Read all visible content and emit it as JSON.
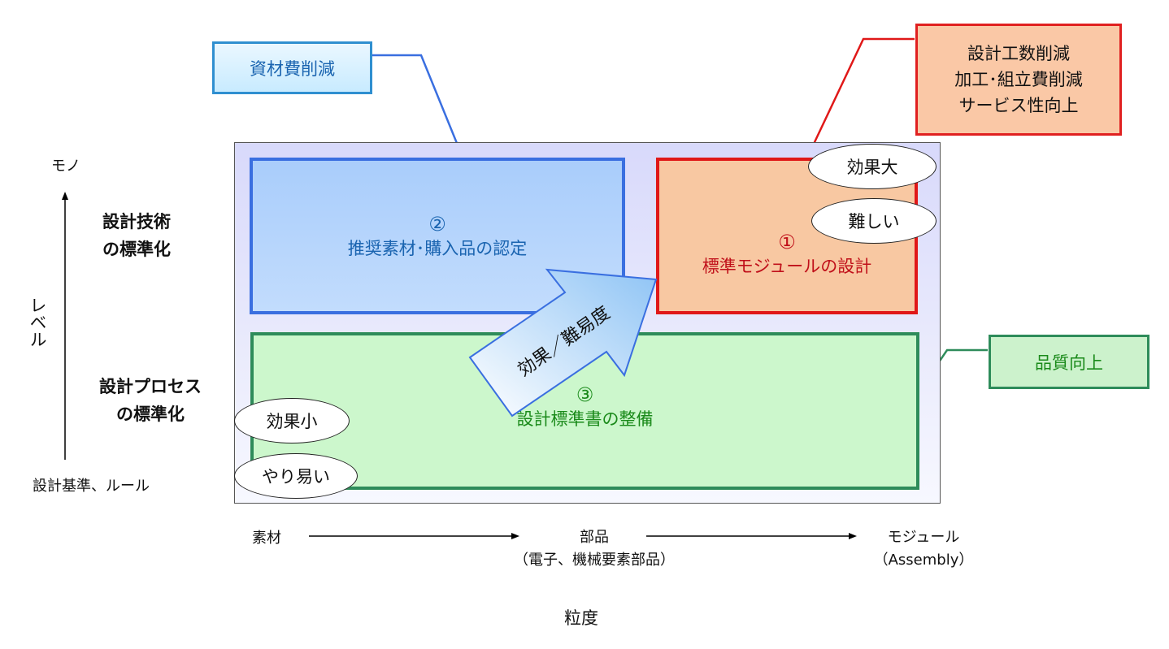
{
  "colors": {
    "blue_border": "#3a6fe0",
    "red_border": "#e01818",
    "green_border": "#2e8c5a",
    "blue_text": "#1a64b0",
    "red_text": "#c0101a",
    "green_text": "#1a8a1a"
  },
  "boxes": {
    "materials": {
      "number": "②",
      "label": "推奨素材･購入品の認定"
    },
    "module": {
      "number": "①",
      "label": "標準モジュールの設計"
    },
    "process": {
      "number": "③",
      "label": "設計標準書の整備"
    }
  },
  "callouts": {
    "materials": "資材費削減",
    "module": [
      "設計工数削減",
      "加工･組立費削減",
      "サービス性向上"
    ],
    "quality": "品質向上"
  },
  "ovals": {
    "big_effect": "効果大",
    "difficult": "難しい",
    "small_effect": "効果小",
    "easy": "やり易い"
  },
  "arrow_label": "効果／難易度",
  "y_axis": {
    "title": "レベル",
    "top": "モノ",
    "bottom": "設計基準、ルール",
    "level_high": [
      "設計技術",
      "の標準化"
    ],
    "level_low": [
      "設計プロセス",
      "の標準化"
    ]
  },
  "x_axis": {
    "title": "粒度",
    "left": "素材",
    "middle": [
      "部品",
      "（電子、機械要素部品）"
    ],
    "right": [
      "モジュール",
      "（Assembly）"
    ]
  }
}
